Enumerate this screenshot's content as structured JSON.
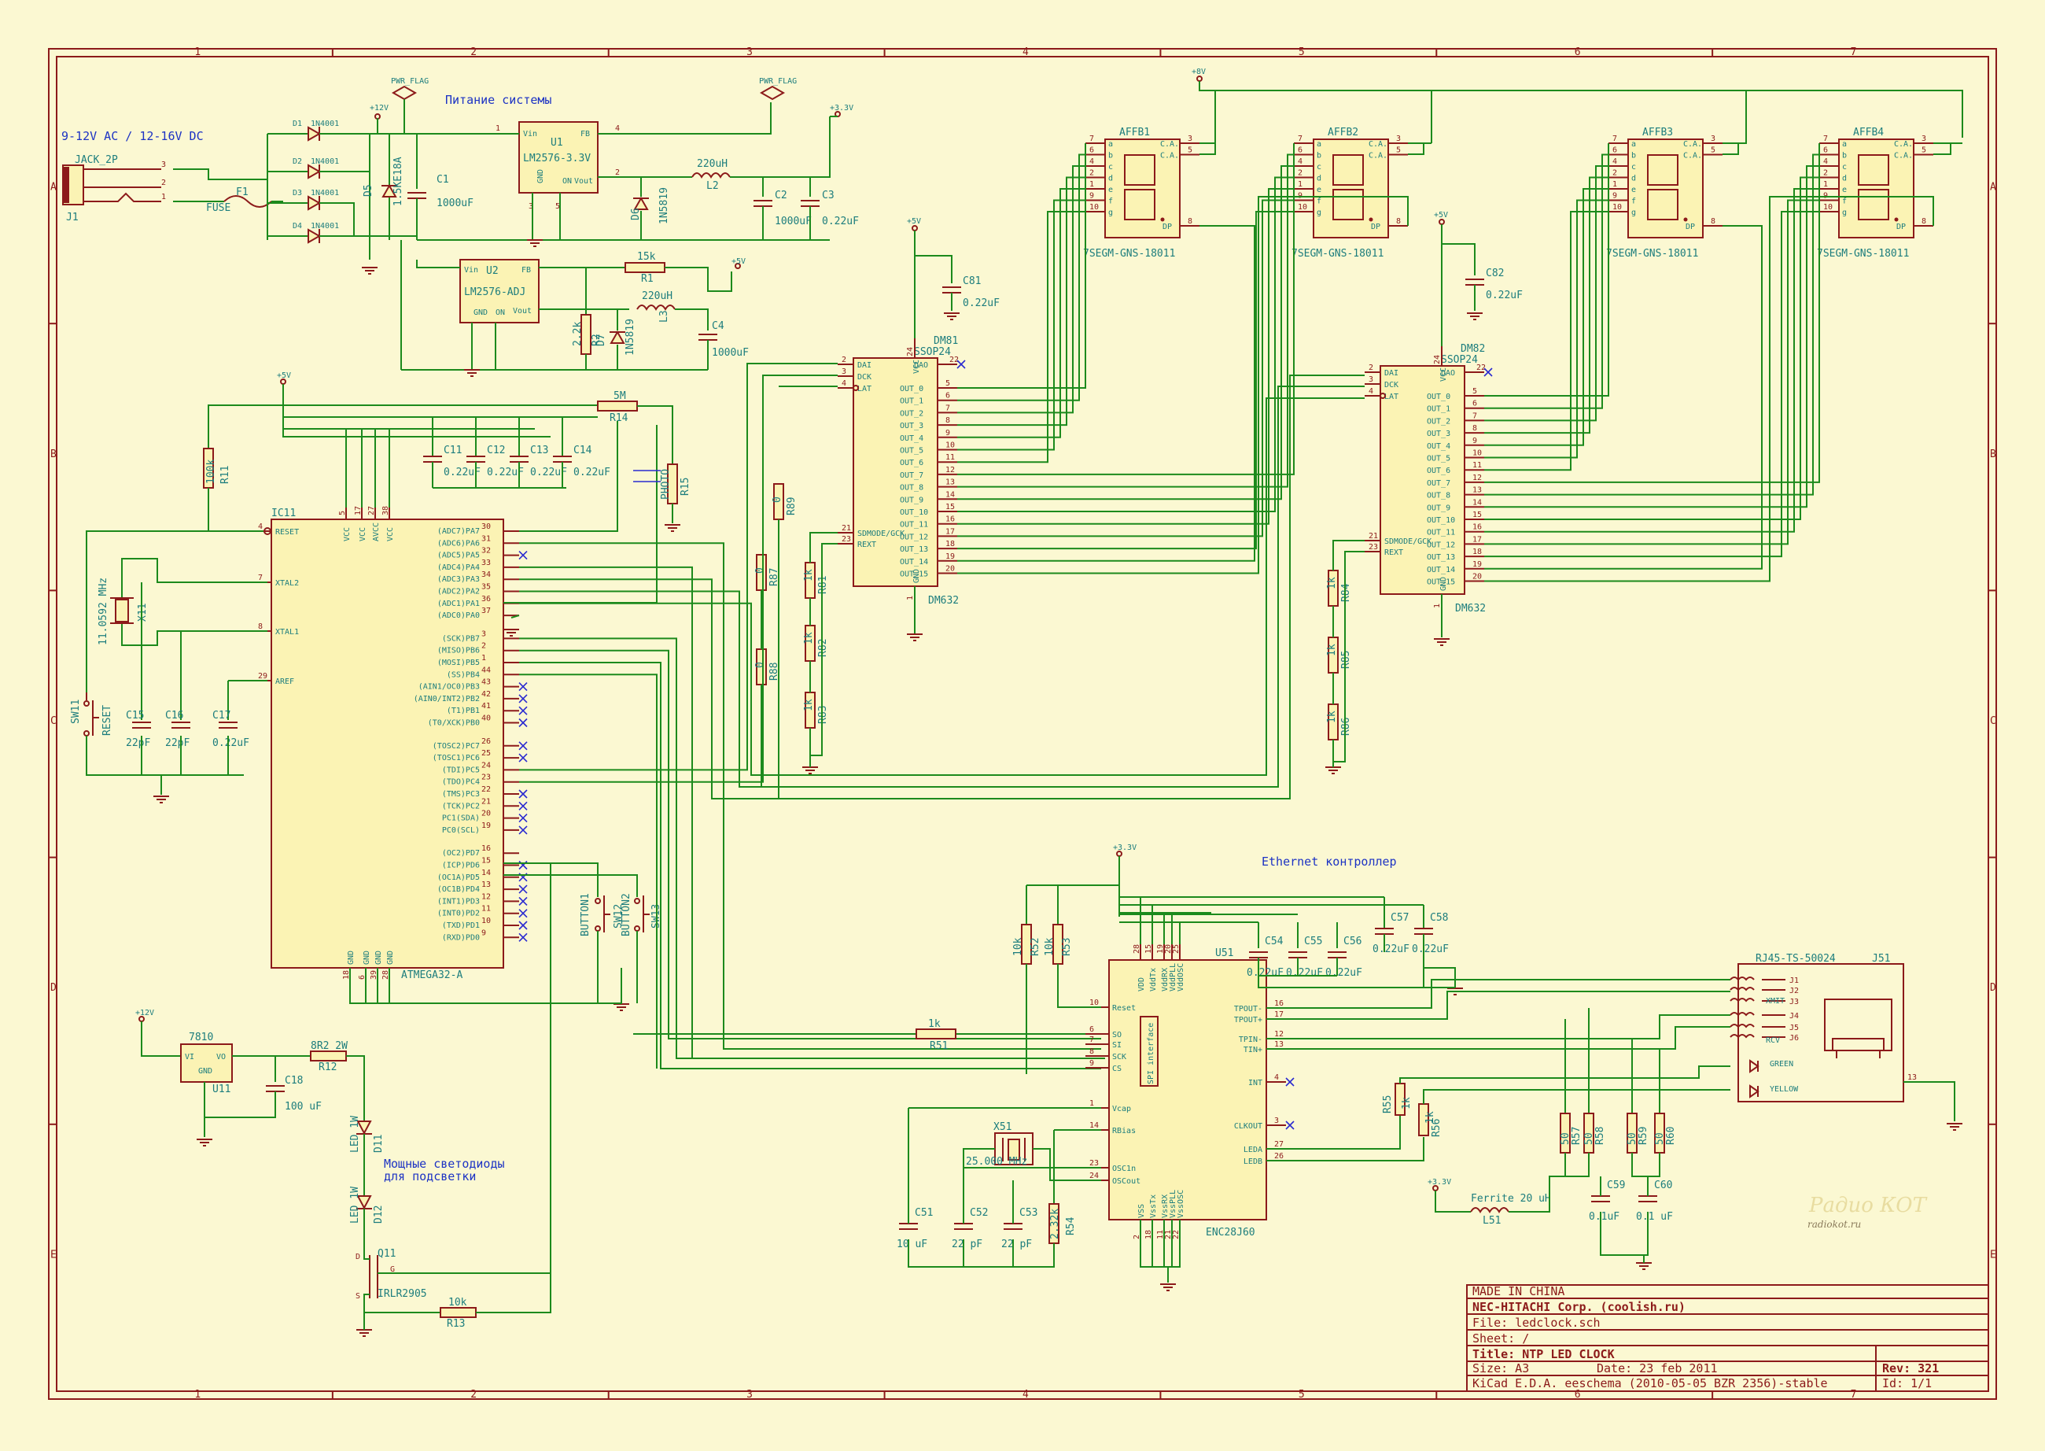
{
  "frame": {
    "columns": [
      "1",
      "2",
      "3",
      "4",
      "5",
      "6",
      "7"
    ],
    "rows": [
      "A",
      "B",
      "C",
      "D",
      "E"
    ]
  },
  "comments": {
    "input_voltage": "9-12V AC / 12-16V DC",
    "power": "Питание системы",
    "ethernet": "Ethernet контроллер",
    "leds_line1": "Мощные светодиоды",
    "leds_line2": "для подсветки"
  },
  "power_section": {
    "jack_ref": "J1",
    "jack_val": "JACK_2P",
    "fuse_ref": "F1",
    "fuse_val": "FUSE",
    "diodes": [
      {
        "ref": "D1",
        "val": "1N4001"
      },
      {
        "ref": "D2",
        "val": "1N4001"
      },
      {
        "ref": "D3",
        "val": "1N4001"
      },
      {
        "ref": "D4",
        "val": "1N4001"
      }
    ],
    "d5_ref": "D5",
    "d5_val": "1.5KE18A",
    "d6_ref": "D6",
    "d6_val": "1N5819",
    "d7_ref": "D7",
    "d7_val": "1N5819",
    "pwr_flag": "PWR_FLAG",
    "u1_ref": "U1",
    "u1_val": "LM2576-3.3V",
    "u2_ref": "U2",
    "u2_val": "LM2576-ADJ",
    "pins_vin": "Vin",
    "pins_fb": "FB",
    "pins_gnd": "GND",
    "pins_on": "ON",
    "pins_vout": "Vout",
    "c1_ref": "C1",
    "c1_val": "1000uF",
    "c2_ref": "C2",
    "c2_val": "1000uF",
    "c3_ref": "C3",
    "c3_val": "0.22uF",
    "c4_ref": "C4",
    "c4_val": "1000uF",
    "l2_ref": "L2",
    "l2_val": "220uH",
    "l3_ref": "L3",
    "l3_val": "220uH",
    "r1_ref": "R1",
    "r1_val": "15k",
    "r2_ref": "R2",
    "r2_val": "2.2k",
    "net_33v": "+3.3V",
    "net_5v": "+5V",
    "net_12v": "+12V",
    "net_8v": "+8V"
  },
  "mcu": {
    "ref": "IC11",
    "val": "ATMEGA32-A",
    "left_pins": [
      {
        "num": "4",
        "name": "RESET"
      },
      {
        "num": "7",
        "name": "XTAL2"
      },
      {
        "num": "8",
        "name": "XTAL1"
      },
      {
        "num": "29",
        "name": "AREF"
      }
    ],
    "top_pins": [
      {
        "num": "5",
        "name": "VCC"
      },
      {
        "num": "17",
        "name": "VCC"
      },
      {
        "num": "27",
        "name": "AVCC"
      },
      {
        "num": "38",
        "name": "VCC"
      }
    ],
    "bottom_pins": [
      {
        "num": "18",
        "name": "GND"
      },
      {
        "num": "6",
        "name": "GND"
      },
      {
        "num": "39",
        "name": "GND"
      },
      {
        "num": "28",
        "name": "GND"
      }
    ],
    "right_pins": [
      {
        "num": "30",
        "name": "(ADC7)PA7"
      },
      {
        "num": "31",
        "name": "(ADC6)PA6"
      },
      {
        "num": "32",
        "name": "(ADC5)PA5"
      },
      {
        "num": "33",
        "name": "(ADC4)PA4"
      },
      {
        "num": "34",
        "name": "(ADC3)PA3"
      },
      {
        "num": "35",
        "name": "(ADC2)PA2"
      },
      {
        "num": "36",
        "name": "(ADC1)PA1"
      },
      {
        "num": "37",
        "name": "(ADC0)PA0"
      },
      {
        "num": "3",
        "name": "(SCK)PB7"
      },
      {
        "num": "2",
        "name": "(MISO)PB6"
      },
      {
        "num": "1",
        "name": "(MOSI)PB5"
      },
      {
        "num": "44",
        "name": "(SS)PB4"
      },
      {
        "num": "43",
        "name": "(AIN1/OC0)PB3"
      },
      {
        "num": "42",
        "name": "(AIN0/INT2)PB2"
      },
      {
        "num": "41",
        "name": "(T1)PB1"
      },
      {
        "num": "40",
        "name": "(T0/XCK)PB0"
      },
      {
        "num": "26",
        "name": "(TOSC2)PC7"
      },
      {
        "num": "25",
        "name": "(TOSC1)PC6"
      },
      {
        "num": "24",
        "name": "(TDI)PC5"
      },
      {
        "num": "23",
        "name": "(TDO)PC4"
      },
      {
        "num": "22",
        "name": "(TMS)PC3"
      },
      {
        "num": "21",
        "name": "(TCK)PC2"
      },
      {
        "num": "20",
        "name": "PC1(SDA)"
      },
      {
        "num": "19",
        "name": "PC0(SCL)"
      },
      {
        "num": "16",
        "name": "(OC2)PD7"
      },
      {
        "num": "15",
        "name": "(ICP)PD6"
      },
      {
        "num": "14",
        "name": "(OC1A)PD5"
      },
      {
        "num": "13",
        "name": "(OC1B)PD4"
      },
      {
        "num": "12",
        "name": "(INT1)PD3"
      },
      {
        "num": "11",
        "name": "(INT0)PD2"
      },
      {
        "num": "10",
        "name": "(TXD)PD1"
      },
      {
        "num": "9",
        "name": "(RXD)PD0"
      }
    ]
  },
  "mcu_support": {
    "caps": [
      {
        "ref": "C11",
        "val": "0.22uF"
      },
      {
        "ref": "C12",
        "val": "0.22uF"
      },
      {
        "ref": "C13",
        "val": "0.22uF"
      },
      {
        "ref": "C14",
        "val": "0.22uF"
      },
      {
        "ref": "C15",
        "val": "22pF"
      },
      {
        "ref": "C16",
        "val": "22pF"
      },
      {
        "ref": "C17",
        "val": "0.22uF"
      }
    ],
    "r11_ref": "R11",
    "r11_val": "100k",
    "r14_ref": "R14",
    "r14_val": "5M",
    "r15_ref": "R15",
    "r15_val": "PHOTO",
    "x11_ref": "X11",
    "x11_val": "11.0592 MHz",
    "sw11_ref": "SW11",
    "sw11_val": "RESET",
    "sw12_ref": "SW12",
    "sw12_val": "BUTTON1",
    "sw13_ref": "SW13",
    "sw13_val": "BUTTON2"
  },
  "drivers": [
    {
      "ref": "DM81",
      "pkg": "SSOP24",
      "val": "DM632"
    },
    {
      "ref": "DM82",
      "pkg": "SSOP24",
      "val": "DM632"
    }
  ],
  "driver_pins": {
    "left": [
      {
        "num": "2",
        "name": "DAI"
      },
      {
        "num": "3",
        "name": "DCK"
      },
      {
        "num": "4",
        "name": "LAT"
      },
      {
        "num": "21",
        "name": "SDMODE/GCK"
      },
      {
        "num": "23",
        "name": "REXT"
      }
    ],
    "top": {
      "num": "24",
      "name": "VCC"
    },
    "bottom": {
      "num": "1",
      "name": "GND"
    },
    "dao": {
      "num": "22",
      "name": "DAO"
    },
    "outs": [
      {
        "num": "5",
        "name": "OUT_0"
      },
      {
        "num": "6",
        "name": "OUT_1"
      },
      {
        "num": "7",
        "name": "OUT_2"
      },
      {
        "num": "8",
        "name": "OUT_3"
      },
      {
        "num": "9",
        "name": "OUT_4"
      },
      {
        "num": "10",
        "name": "OUT_5"
      },
      {
        "num": "11",
        "name": "OUT_6"
      },
      {
        "num": "12",
        "name": "OUT_7"
      },
      {
        "num": "13",
        "name": "OUT_8"
      },
      {
        "num": "14",
        "name": "OUT_9"
      },
      {
        "num": "15",
        "name": "OUT_10"
      },
      {
        "num": "16",
        "name": "OUT_11"
      },
      {
        "num": "17",
        "name": "OUT_12"
      },
      {
        "num": "18",
        "name": "OUT_13"
      },
      {
        "num": "19",
        "name": "OUT_14"
      },
      {
        "num": "20",
        "name": "OUT_15"
      }
    ]
  },
  "driver_support": {
    "c81_ref": "C81",
    "c81_val": "0.22uF",
    "c82_ref": "C82",
    "c82_val": "0.22uF",
    "resistors": [
      {
        "ref": "R87",
        "val": "0"
      },
      {
        "ref": "R88",
        "val": "0"
      },
      {
        "ref": "R89",
        "val": "0"
      },
      {
        "ref": "R81",
        "val": "1k"
      },
      {
        "ref": "R82",
        "val": "1k"
      },
      {
        "ref": "R83",
        "val": "1k"
      },
      {
        "ref": "R84",
        "val": "1k"
      },
      {
        "ref": "R85",
        "val": "1k"
      },
      {
        "ref": "R86",
        "val": "1k"
      }
    ]
  },
  "displays": [
    {
      "ref": "AFFB1",
      "val": "7SEGM-GNS-18011"
    },
    {
      "ref": "AFFB2",
      "val": "7SEGM-GNS-18011"
    },
    {
      "ref": "AFFB3",
      "val": "7SEGM-GNS-18011"
    },
    {
      "ref": "AFFB4",
      "val": "7SEGM-GNS-18011"
    }
  ],
  "display_pins": {
    "seg_nums": [
      "7",
      "6",
      "4",
      "2",
      "1",
      "9",
      "10"
    ],
    "seg_names": [
      "a",
      "b",
      "c",
      "d",
      "e",
      "f",
      "g"
    ],
    "ca_nums": [
      "3",
      "5"
    ],
    "ca_name": "C.A.",
    "dp_num": "8",
    "dp_name": "DP"
  },
  "ethernet": {
    "ref": "U51",
    "val": "ENC28J60",
    "spi_label": "SPI interface",
    "left_pins": [
      {
        "num": "10",
        "name": "Reset"
      },
      {
        "num": "6",
        "name": "SO"
      },
      {
        "num": "7",
        "name": "SI"
      },
      {
        "num": "8",
        "name": "SCK"
      },
      {
        "num": "9",
        "name": "CS"
      },
      {
        "num": "1",
        "name": "Vcap"
      },
      {
        "num": "14",
        "name": "RBias"
      },
      {
        "num": "23",
        "name": "OSC1n"
      },
      {
        "num": "24",
        "name": "OSCout"
      }
    ],
    "right_pins": [
      {
        "num": "16",
        "name": "TPOUT-"
      },
      {
        "num": "17",
        "name": "TPOUT+"
      },
      {
        "num": "12",
        "name": "TPIN-"
      },
      {
        "num": "13",
        "name": "TIN+"
      },
      {
        "num": "4",
        "name": "INT"
      },
      {
        "num": "3",
        "name": "CLKOUT"
      },
      {
        "num": "27",
        "name": "LEDA"
      },
      {
        "num": "26",
        "name": "LEDB"
      }
    ],
    "top_pins": [
      {
        "num": "28",
        "name": "VDD"
      },
      {
        "num": "15",
        "name": "VddTx"
      },
      {
        "num": "19",
        "name": "VddRX"
      },
      {
        "num": "20",
        "name": "VddPLL"
      },
      {
        "num": "25",
        "name": "VddOSC"
      }
    ],
    "bottom_pins": [
      {
        "num": "2",
        "name": "VSS"
      },
      {
        "num": "18",
        "name": "VssTx"
      },
      {
        "num": "11",
        "name": "VssRX"
      },
      {
        "num": "21",
        "name": "VssPLL"
      },
      {
        "num": "22",
        "name": "VssOSC"
      }
    ],
    "caps": [
      {
        "ref": "C51",
        "val": "10 uF"
      },
      {
        "ref": "C52",
        "val": "22 pF"
      },
      {
        "ref": "C53",
        "val": "22 pF"
      },
      {
        "ref": "C54",
        "val": "0.22uF"
      },
      {
        "ref": "C55",
        "val": "0.22uF"
      },
      {
        "ref": "C56",
        "val": "0.22uF"
      },
      {
        "ref": "C57",
        "val": "0.22uF"
      },
      {
        "ref": "C58",
        "val": "0.22uF"
      },
      {
        "ref": "C59",
        "val": "0.1uF"
      },
      {
        "ref": "C60",
        "val": "0.1 uF"
      }
    ],
    "x51_ref": "X51",
    "x51_val": "25.000 MHz",
    "r51_ref": "R51",
    "r51_val": "1k",
    "r52_ref": "R52",
    "r52_val": "10k",
    "r53_ref": "R53",
    "r53_val": "10k",
    "r54_ref": "R54",
    "r54_val": "2.32k",
    "r55_ref": "R55",
    "r55_val": "1k",
    "r56_ref": "R56",
    "r56_val": "1k",
    "r57_ref": "R57",
    "r57_val": "50",
    "r58_ref": "R58",
    "r58_val": "50",
    "r59_ref": "R59",
    "r59_val": "50",
    "r60_ref": "R60",
    "r60_val": "50",
    "l51_ref": "L51",
    "l51_val": "Ferrite 20 uH",
    "jack_ref": "J51",
    "jack_val": "RJ45-TS-50024",
    "jack_xmit": "XMIT",
    "jack_rcv": "RCV",
    "jack_green": "GREEN",
    "jack_yellow": "YELLOW"
  },
  "backlight": {
    "u11_ref": "U11",
    "u11_val": "7810",
    "u11_vi": "VI",
    "u11_vo": "VO",
    "u11_gnd": "GND",
    "c18_ref": "C18",
    "c18_val": "100 uF",
    "r12_ref": "R12",
    "r12_val": "8R2 2W",
    "r13_ref": "R13",
    "r13_val": "10k",
    "d11_ref": "D11",
    "d11_val": "LED 1W",
    "d12_ref": "D12",
    "d12_val": "LED 1W",
    "q11_ref": "Q11",
    "q11_val": "IRLR2905"
  },
  "title_block": {
    "made_in": "MADE IN CHINA",
    "company": "NEC-HITACHI Corp. (coolish.ru)",
    "file": "File: ledclock.sch",
    "sheet": "Sheet: /",
    "title": "Title: NTP LED CLOCK",
    "size": "Size: A3",
    "date": "Date: 23 feb 2011",
    "rev": "Rev: 321",
    "tool": "KiCad E.D.A.  eeschema (2010-05-05 BZR 2356)-stable",
    "id": "Id: 1/1"
  },
  "logo": {
    "line1": "Радио КОТ",
    "line2": "radiokot.ru"
  },
  "colors": {
    "background": "#fbf8d2",
    "wire": "#1c8a1c",
    "part": "#8c1a1a",
    "label": "#1c7d7d",
    "comment": "#1d33c4"
  }
}
